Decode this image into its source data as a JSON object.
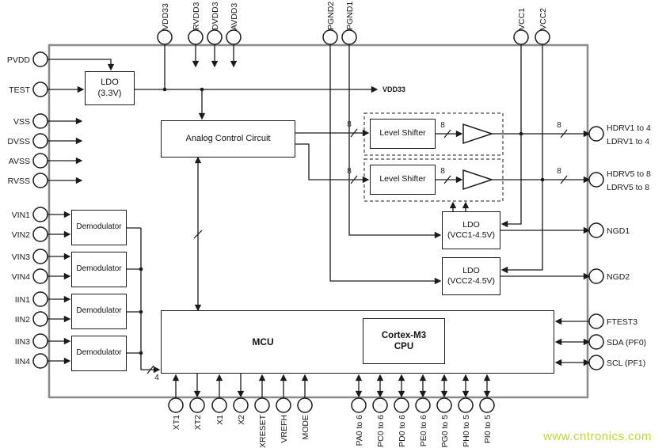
{
  "watermark": "www.cntronics.com",
  "blocks": {
    "ldo33": {
      "line1": "LDO",
      "line2": "(3.3V)"
    },
    "acc": "Analog Control Circuit",
    "level_shifters": [
      "Level Shifter",
      "Level Shifter"
    ],
    "ldo_vcc1": {
      "line1": "LDO",
      "line2": "(VCC1-4.5V)"
    },
    "ldo_vcc2": {
      "line1": "LDO",
      "line2": "(VCC2-4.5V)"
    },
    "mcu": "MCU",
    "cortex": {
      "line1": "Cortex-M3",
      "line2": "CPU"
    },
    "demodulators": [
      "Demodulator",
      "Demodulator",
      "Demodulator",
      "Demodulator"
    ]
  },
  "pins": {
    "top": [
      {
        "label": "VDD33"
      },
      {
        "label": "RVDD3"
      },
      {
        "label": "DVDD3"
      },
      {
        "label": "AVDD3"
      },
      {
        "label": "PGND2"
      },
      {
        "label": "PGND1"
      },
      {
        "label": "VCC1"
      },
      {
        "label": "VCC2"
      }
    ],
    "left": [
      {
        "label": "PVDD"
      },
      {
        "label": "TEST"
      },
      {
        "label": "VSS"
      },
      {
        "label": "DVSS"
      },
      {
        "label": "AVSS"
      },
      {
        "label": "RVSS"
      },
      {
        "label": "VIN1"
      },
      {
        "label": "VIN2"
      },
      {
        "label": "VIN3"
      },
      {
        "label": "VIN4"
      },
      {
        "label": "IIN1"
      },
      {
        "label": "IIN2"
      },
      {
        "label": "IIN3"
      },
      {
        "label": "IIN4"
      }
    ],
    "right": [
      {
        "line1": "HDRV1 to 4",
        "line2": "LDRV1 to 4"
      },
      {
        "line1": "HDRV5 to 8",
        "line2": "LDRV5 to 8"
      },
      {
        "label": "NGD1"
      },
      {
        "label": "NGD2"
      },
      {
        "label": "FTEST3"
      },
      {
        "label": "SDA (PF0)"
      },
      {
        "label": "SCL (PF1)"
      }
    ],
    "bottom": [
      {
        "label": "XT1"
      },
      {
        "label": "XT2"
      },
      {
        "label": "X1"
      },
      {
        "label": "X2"
      },
      {
        "label": "XRESET"
      },
      {
        "label": "VREFH"
      },
      {
        "label": "MODE"
      },
      {
        "label": "PA0 to 6"
      },
      {
        "label": "PC0 to 6"
      },
      {
        "label": "PD0 to 6"
      },
      {
        "label": "PE0 to 6"
      },
      {
        "label": "PG0 to 5"
      },
      {
        "label": "PH0 to 5"
      },
      {
        "label": "PI0 to 5"
      }
    ]
  },
  "nets": {
    "vdd33": "VDD33"
  },
  "bus": {
    "w8": "8",
    "w4": "4"
  },
  "colors": {
    "line": "#1a1a1a",
    "boundary": "#8a8a8a",
    "watermark": "#c2d438"
  }
}
